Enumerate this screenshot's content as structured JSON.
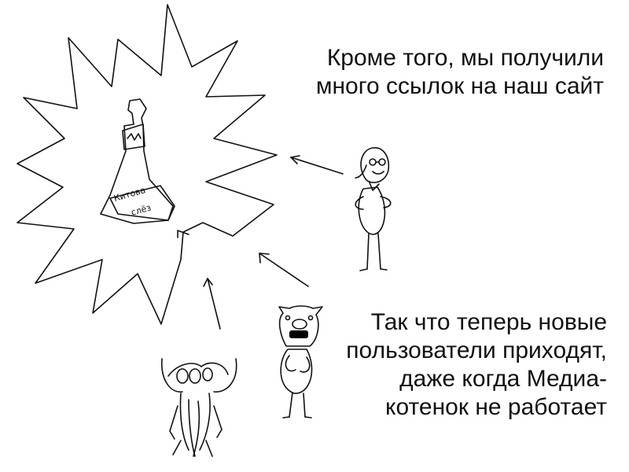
{
  "caption_top": {
    "line1": "Кроме того, мы получили",
    "line2": "много ссылок на наш сайт"
  },
  "caption_bottom": {
    "line1": "Так что теперь новые",
    "line2": "пользователи приходят,",
    "line3": "даже когда Медиа-",
    "line4": "котенок не работает"
  },
  "bottle_label": {
    "line1": "Китова",
    "line2": "слёз"
  },
  "colors": {
    "ink": "#111111",
    "background": "#ffffff"
  }
}
